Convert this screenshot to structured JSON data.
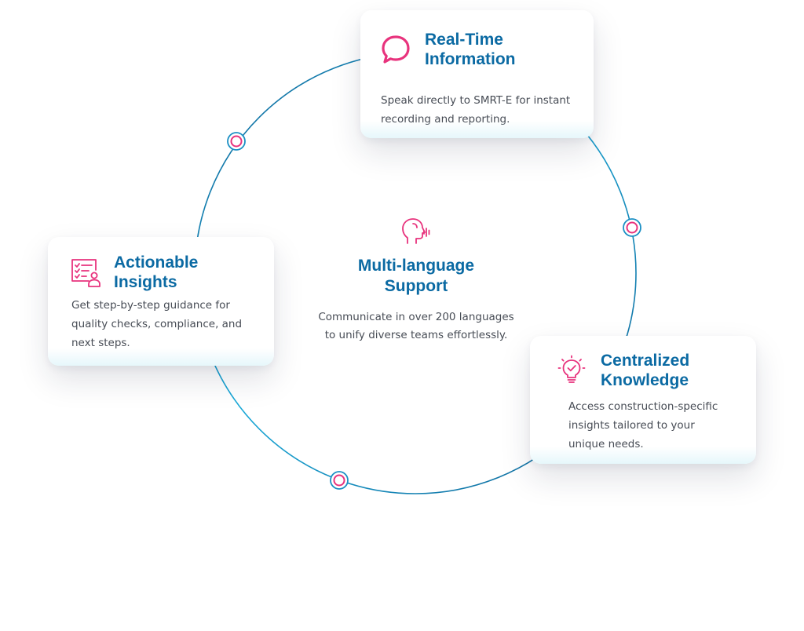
{
  "colors": {
    "accent_pink": "#e8337d",
    "title_blue": "#0b6aa3",
    "ring_blue": "#1aa9d8",
    "text_gray": "#474c55"
  },
  "center": {
    "icon": "speaking-head-icon",
    "title": "Multi-language Support",
    "text": "Communicate in over 200 languages to unify diverse teams effortlessly."
  },
  "cards": {
    "realtime": {
      "icon": "speech-bubble-icon",
      "title": "Real-Time Information",
      "text": "Speak directly to SMRT-E for instant recording and reporting."
    },
    "actionable": {
      "icon": "checklist-person-icon",
      "title": "Actionable Insights",
      "text": "Get step-by-step guidance for quality checks, compliance, and next steps."
    },
    "centralized": {
      "icon": "lightbulb-check-icon",
      "title": "Centralized Knowledge",
      "text": "Access construction-specific insights tailored to your unique needs."
    }
  }
}
